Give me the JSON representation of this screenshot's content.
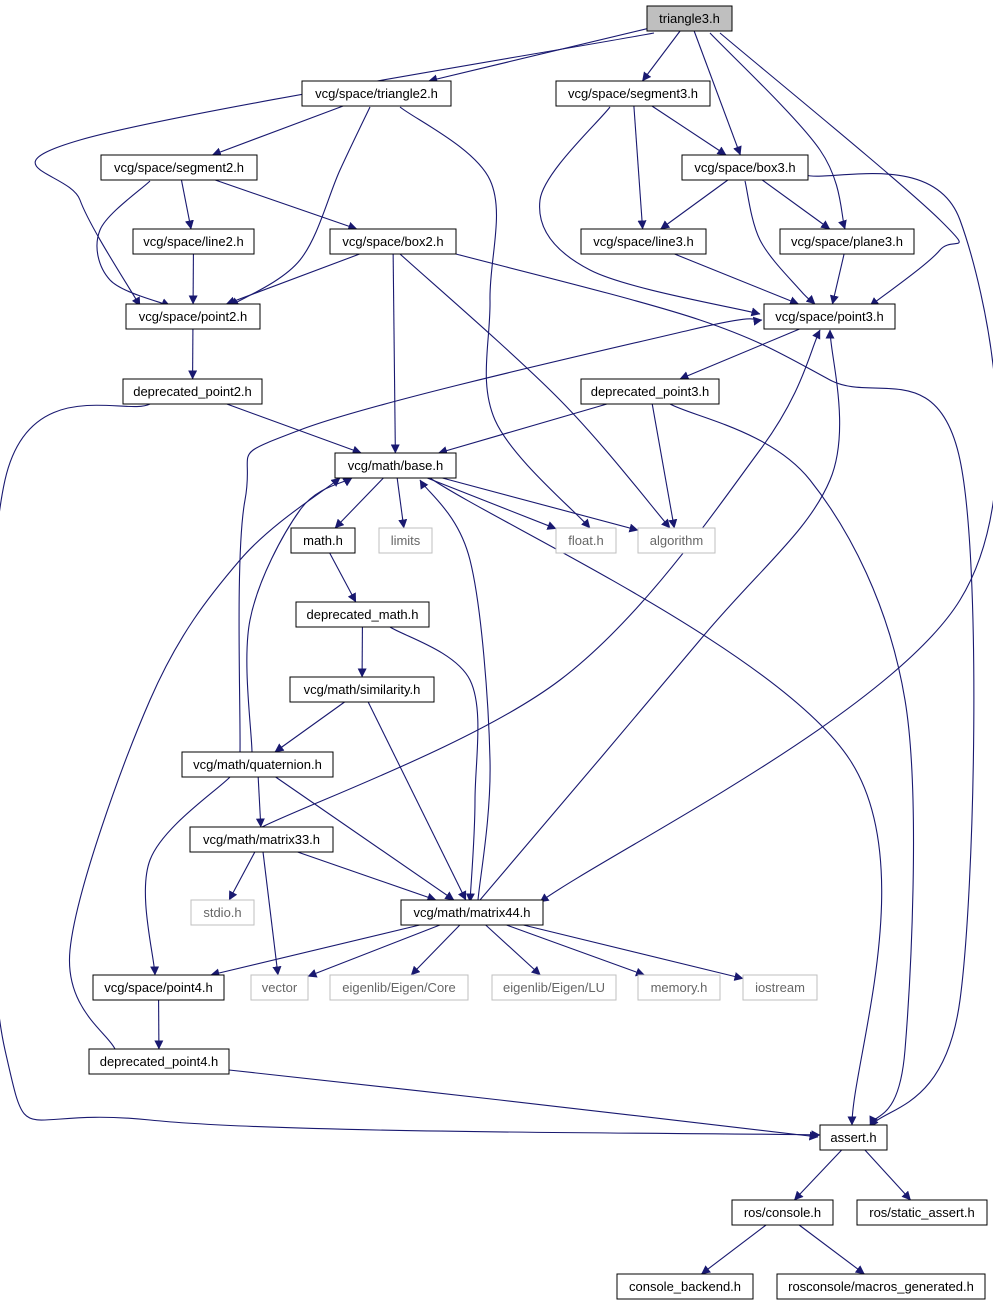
{
  "colors": {
    "edge": "#191970",
    "node_border": "#000000",
    "node_border_external": "#bfbfbf",
    "node_fill": "#ffffff",
    "root_fill": "#bfbfbf",
    "text": "#000000",
    "text_external": "#666666"
  },
  "nodes": [
    {
      "id": "triangle3",
      "label": "triangle3.h",
      "kind": "root"
    },
    {
      "id": "triangle2",
      "label": "vcg/space/triangle2.h",
      "kind": "internal"
    },
    {
      "id": "segment3",
      "label": "vcg/space/segment3.h",
      "kind": "internal"
    },
    {
      "id": "segment2",
      "label": "vcg/space/segment2.h",
      "kind": "internal"
    },
    {
      "id": "box3",
      "label": "vcg/space/box3.h",
      "kind": "internal"
    },
    {
      "id": "line2",
      "label": "vcg/space/line2.h",
      "kind": "internal"
    },
    {
      "id": "box2",
      "label": "vcg/space/box2.h",
      "kind": "internal"
    },
    {
      "id": "line3",
      "label": "vcg/space/line3.h",
      "kind": "internal"
    },
    {
      "id": "plane3",
      "label": "vcg/space/plane3.h",
      "kind": "internal"
    },
    {
      "id": "point2",
      "label": "vcg/space/point2.h",
      "kind": "internal"
    },
    {
      "id": "point3",
      "label": "vcg/space/point3.h",
      "kind": "internal"
    },
    {
      "id": "dep_point2",
      "label": "deprecated_point2.h",
      "kind": "internal"
    },
    {
      "id": "dep_point3",
      "label": "deprecated_point3.h",
      "kind": "internal"
    },
    {
      "id": "base",
      "label": "vcg/math/base.h",
      "kind": "internal"
    },
    {
      "id": "math",
      "label": "math.h",
      "kind": "internal"
    },
    {
      "id": "limits",
      "label": "limits",
      "kind": "external"
    },
    {
      "id": "float",
      "label": "float.h",
      "kind": "external"
    },
    {
      "id": "algorithm",
      "label": "algorithm",
      "kind": "external"
    },
    {
      "id": "dep_math",
      "label": "deprecated_math.h",
      "kind": "internal"
    },
    {
      "id": "similarity",
      "label": "vcg/math/similarity.h",
      "kind": "internal"
    },
    {
      "id": "quaternion",
      "label": "vcg/math/quaternion.h",
      "kind": "internal"
    },
    {
      "id": "matrix33",
      "label": "vcg/math/matrix33.h",
      "kind": "internal"
    },
    {
      "id": "stdio",
      "label": "stdio.h",
      "kind": "external"
    },
    {
      "id": "matrix44",
      "label": "vcg/math/matrix44.h",
      "kind": "internal"
    },
    {
      "id": "point4",
      "label": "vcg/space/point4.h",
      "kind": "internal"
    },
    {
      "id": "vector",
      "label": "vector",
      "kind": "external"
    },
    {
      "id": "eigen_core",
      "label": "eigenlib/Eigen/Core",
      "kind": "external"
    },
    {
      "id": "eigen_lu",
      "label": "eigenlib/Eigen/LU",
      "kind": "external"
    },
    {
      "id": "memory",
      "label": "memory.h",
      "kind": "external"
    },
    {
      "id": "iostream",
      "label": "iostream",
      "kind": "external"
    },
    {
      "id": "dep_point4",
      "label": "deprecated_point4.h",
      "kind": "internal"
    },
    {
      "id": "assert",
      "label": "assert.h",
      "kind": "internal"
    },
    {
      "id": "ros_console",
      "label": "ros/console.h",
      "kind": "internal"
    },
    {
      "id": "ros_static_assert",
      "label": "ros/static_assert.h",
      "kind": "internal"
    },
    {
      "id": "console_backend",
      "label": "console_backend.h",
      "kind": "internal"
    },
    {
      "id": "macros_generated",
      "label": "rosconsole/macros_generated.h",
      "kind": "internal"
    }
  ],
  "edges": [
    [
      "triangle3",
      "triangle2"
    ],
    [
      "triangle3",
      "segment3"
    ],
    [
      "triangle3",
      "box3"
    ],
    [
      "triangle3",
      "plane3"
    ],
    [
      "triangle3",
      "point3"
    ],
    [
      "triangle3",
      "point2"
    ],
    [
      "triangle2",
      "segment2"
    ],
    [
      "triangle2",
      "point2"
    ],
    [
      "triangle2",
      "float"
    ],
    [
      "segment3",
      "box3"
    ],
    [
      "segment3",
      "line3"
    ],
    [
      "segment3",
      "point3"
    ],
    [
      "segment2",
      "line2"
    ],
    [
      "segment2",
      "box2"
    ],
    [
      "segment2",
      "point2"
    ],
    [
      "box3",
      "line3"
    ],
    [
      "box3",
      "plane3"
    ],
    [
      "box3",
      "point3"
    ],
    [
      "box3",
      "matrix44"
    ],
    [
      "line2",
      "point2"
    ],
    [
      "box2",
      "point2"
    ],
    [
      "box2",
      "base"
    ],
    [
      "box2",
      "algorithm"
    ],
    [
      "box2",
      "assert"
    ],
    [
      "line3",
      "point3"
    ],
    [
      "plane3",
      "point3"
    ],
    [
      "point2",
      "dep_point2"
    ],
    [
      "point3",
      "dep_point3"
    ],
    [
      "dep_point2",
      "base"
    ],
    [
      "dep_point2",
      "assert"
    ],
    [
      "dep_point3",
      "base"
    ],
    [
      "dep_point3",
      "algorithm"
    ],
    [
      "dep_point3",
      "assert"
    ],
    [
      "base",
      "math"
    ],
    [
      "base",
      "limits"
    ],
    [
      "base",
      "float"
    ],
    [
      "base",
      "algorithm"
    ],
    [
      "base",
      "assert"
    ],
    [
      "math",
      "dep_math"
    ],
    [
      "dep_math",
      "similarity"
    ],
    [
      "dep_math",
      "matrix44"
    ],
    [
      "similarity",
      "quaternion"
    ],
    [
      "similarity",
      "matrix44"
    ],
    [
      "quaternion",
      "base"
    ],
    [
      "quaternion",
      "point3"
    ],
    [
      "quaternion",
      "matrix33"
    ],
    [
      "quaternion",
      "matrix44"
    ],
    [
      "quaternion",
      "point4"
    ],
    [
      "matrix33",
      "stdio"
    ],
    [
      "matrix33",
      "vector"
    ],
    [
      "matrix33",
      "matrix44"
    ],
    [
      "matrix33",
      "point3"
    ],
    [
      "matrix44",
      "base"
    ],
    [
      "matrix44",
      "point3"
    ],
    [
      "matrix44",
      "point4"
    ],
    [
      "matrix44",
      "vector"
    ],
    [
      "matrix44",
      "eigen_core"
    ],
    [
      "matrix44",
      "eigen_lu"
    ],
    [
      "matrix44",
      "memory"
    ],
    [
      "matrix44",
      "iostream"
    ],
    [
      "point4",
      "dep_point4"
    ],
    [
      "dep_point4",
      "base"
    ],
    [
      "dep_point4",
      "assert"
    ],
    [
      "assert",
      "ros_console"
    ],
    [
      "assert",
      "ros_static_assert"
    ],
    [
      "ros_console",
      "console_backend"
    ],
    [
      "ros_console",
      "macros_generated"
    ]
  ]
}
